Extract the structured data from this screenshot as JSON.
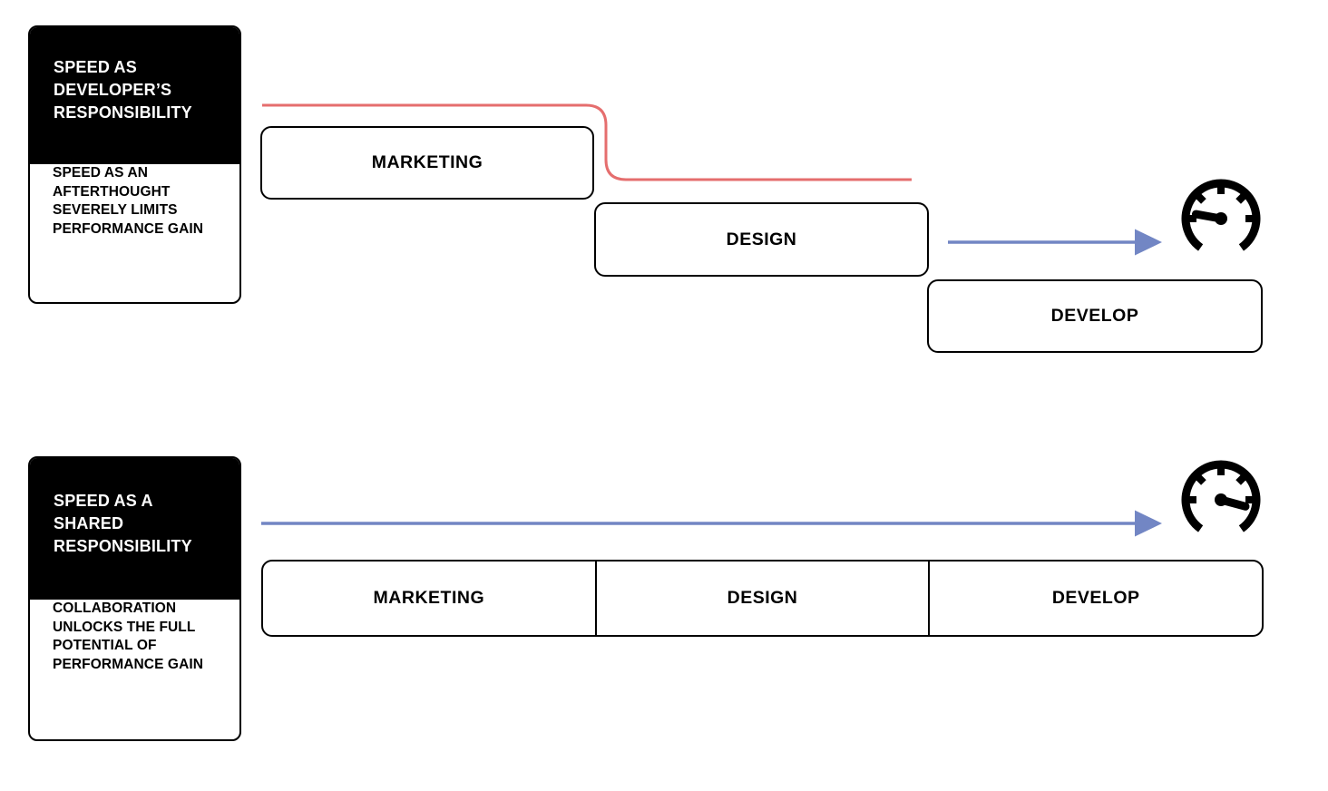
{
  "colors": {
    "ink": "#000000",
    "red_connector": "#e56e6e",
    "blue_arrow": "#7286c4"
  },
  "scenarios": [
    {
      "card": {
        "title": "SPEED AS\nDEVELOPER’S\nRESPONSIBILITY",
        "subtitle": "SPEED AS AN\nAFTERTHOUGHT\nSEVERELY LIMITS\nPERFORMANCE GAIN"
      },
      "stages": [
        {
          "label": "MARKETING"
        },
        {
          "label": "DESIGN"
        },
        {
          "label": "DEVELOP"
        }
      ],
      "gauge_icon": "speedometer-low"
    },
    {
      "card": {
        "title": "SPEED AS A\nSHARED\nRESPONSIBILITY",
        "subtitle": "COLLABORATION\nUNLOCKS THE FULL\nPOTENTIAL OF\nPERFORMANCE GAIN"
      },
      "stages": [
        {
          "label": "MARKETING"
        },
        {
          "label": "DESIGN"
        },
        {
          "label": "DEVELOP"
        }
      ],
      "gauge_icon": "speedometer-high"
    }
  ]
}
